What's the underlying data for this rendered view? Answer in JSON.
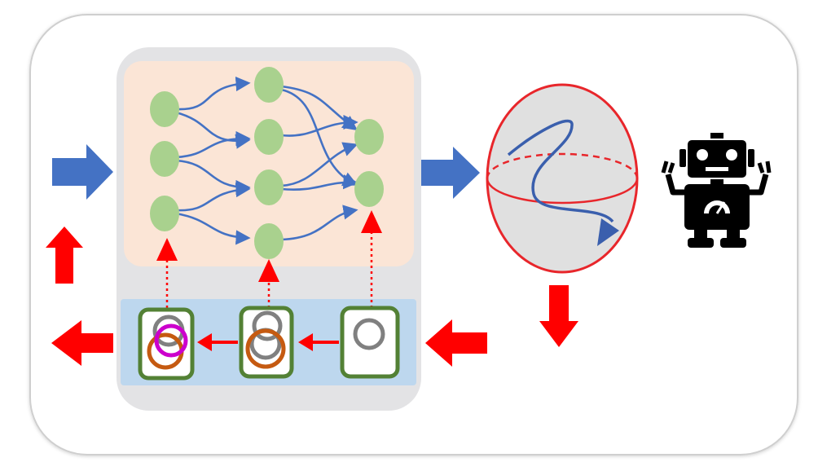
{
  "diagram": {
    "colors": {
      "page_background": "#ffffff",
      "frame_border": "#cfcfcf",
      "panel_gray": "#e3e3e5",
      "network_area": "#fbe5d6",
      "memory_area": "#bdd7ee",
      "node_green": "#a9d18e",
      "edge_blue": "#4472c4",
      "arrow_blue": "#4472c4",
      "arrow_red": "#ff0000",
      "memory_box_border": "#538135",
      "ring_gray": "#808080",
      "ring_orange": "#c55a11",
      "ring_magenta": "#cc00cc",
      "sphere_fill": "#e0e0e0",
      "sphere_border": "#e8262b",
      "trajectory": "#3a5fad",
      "robot": "#000000"
    },
    "icons": {
      "robot": "robot-icon",
      "sphere": "manifold-sphere-icon"
    },
    "network_layers": [
      3,
      4,
      2
    ],
    "memory_slots": [
      {
        "rings": [
          "gray",
          "orange",
          "magenta"
        ]
      },
      {
        "rings": [
          "gray",
          "orange"
        ]
      },
      {
        "rings": [
          "gray"
        ]
      }
    ]
  }
}
